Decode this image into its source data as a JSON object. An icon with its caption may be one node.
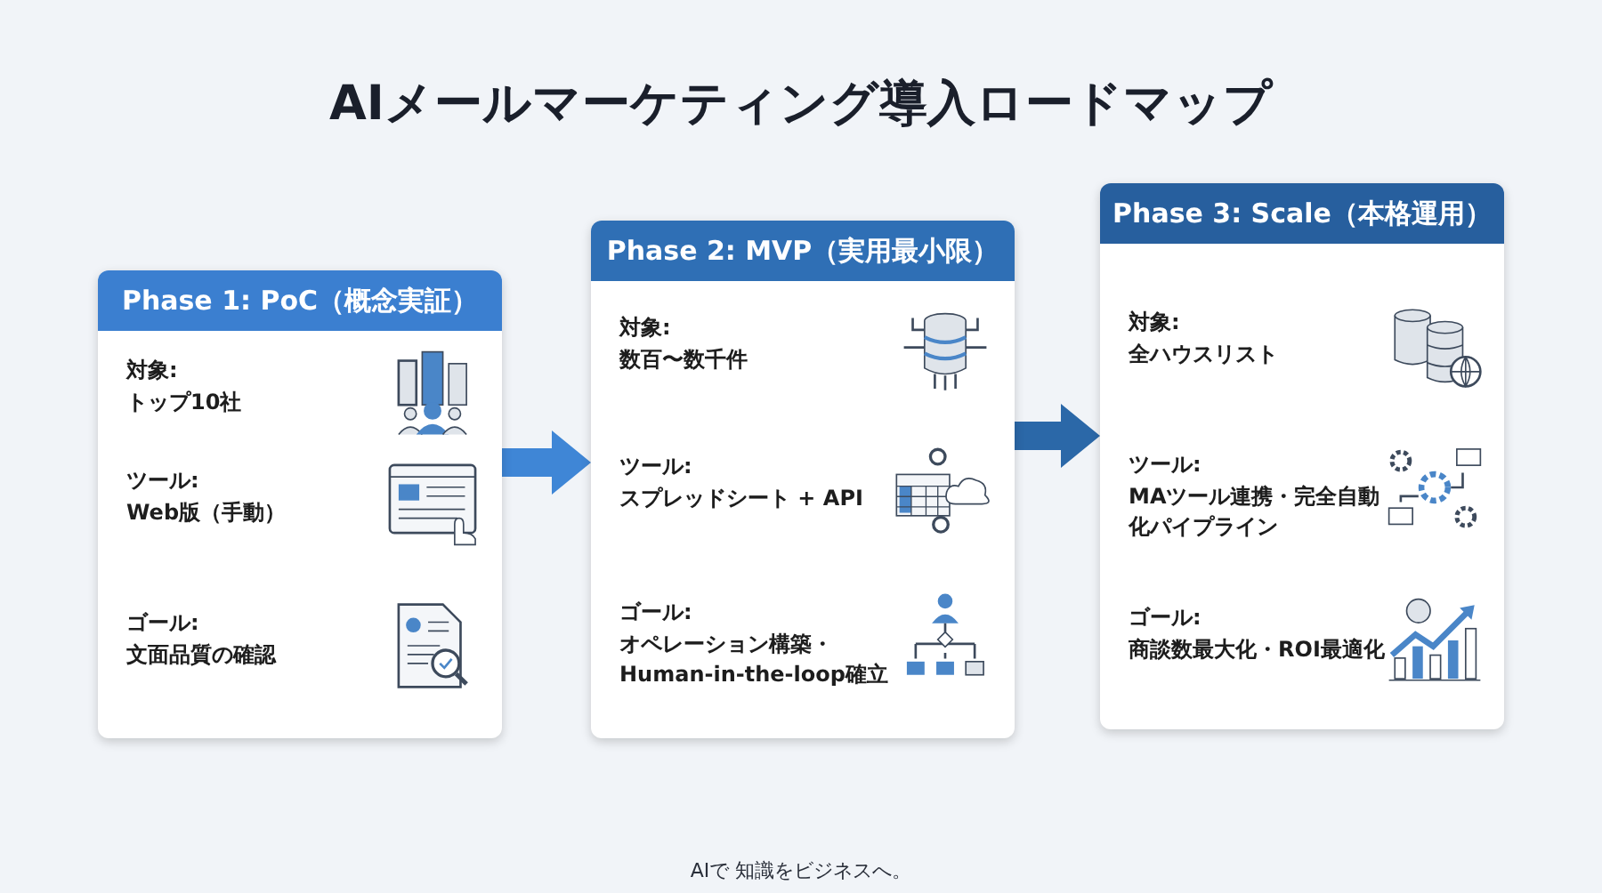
{
  "diagram": {
    "title": "AIメールマーケティング導入ロードマップ",
    "nodes": [
      {
        "text": [
          "Phase 1: PoC（概念実証）",
          "対象:",
          "トップ10社",
          "ツール:",
          "Web版（手動）",
          "ゴール:",
          "文面品質の確認"
        ]
      },
      {
        "text": [
          "Phase 2: MVP（実用最小限）",
          "対象:",
          "数百〜数千件",
          "ツール:",
          "スプレッドシート + API",
          "ゴール:",
          "オペレーション構築・Human-in-the-loop確立"
        ]
      },
      {
        "text": [
          "Phase 3: Scale（本格運用）",
          "対象:",
          "全ハウスリスト",
          "ツール:",
          "MAツール連携・完全自動化パイプライン",
          "ゴール:",
          "商談数最大化・ROI最適化"
        ]
      }
    ],
    "edges": [
      {
        "from": 0,
        "to": 1,
        "arrow": "to"
      },
      {
        "from": 1,
        "to": 2,
        "arrow": "to",
        "color": "#2b68a8"
      }
    ],
    "labels": [
      "AIで 知識をビジネスへ。"
    ]
  }
}
